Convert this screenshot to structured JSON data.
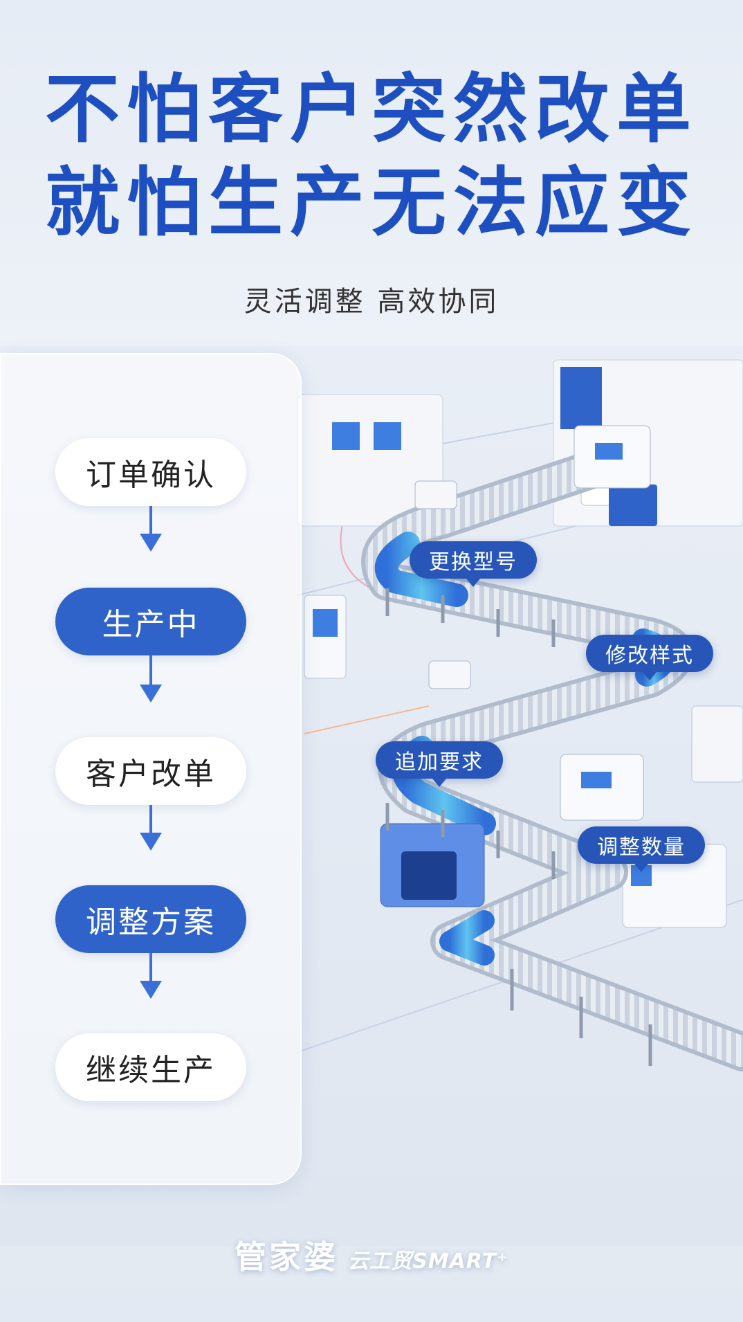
{
  "headline": {
    "line1": "不怕客户突然改单",
    "line2": "就怕生产无法应变"
  },
  "subtitle": "灵活调整  高效协同",
  "flow": {
    "steps": [
      {
        "label": "订单确认",
        "active": false
      },
      {
        "label": "生产中",
        "active": true
      },
      {
        "label": "客户改单",
        "active": false
      },
      {
        "label": "调整方案",
        "active": true
      },
      {
        "label": "继续生产",
        "active": false
      }
    ]
  },
  "tags": {
    "change_model": "更换型号",
    "modify_style": "修改样式",
    "add_requirements": "追加要求",
    "adjust_quantity": "调整数量"
  },
  "brand": {
    "name": "管家婆",
    "product": "云工贸SMART⁺"
  },
  "colors": {
    "accent": "#1d4fc1",
    "button": "#2f63c9",
    "tag": "#2756b8"
  }
}
